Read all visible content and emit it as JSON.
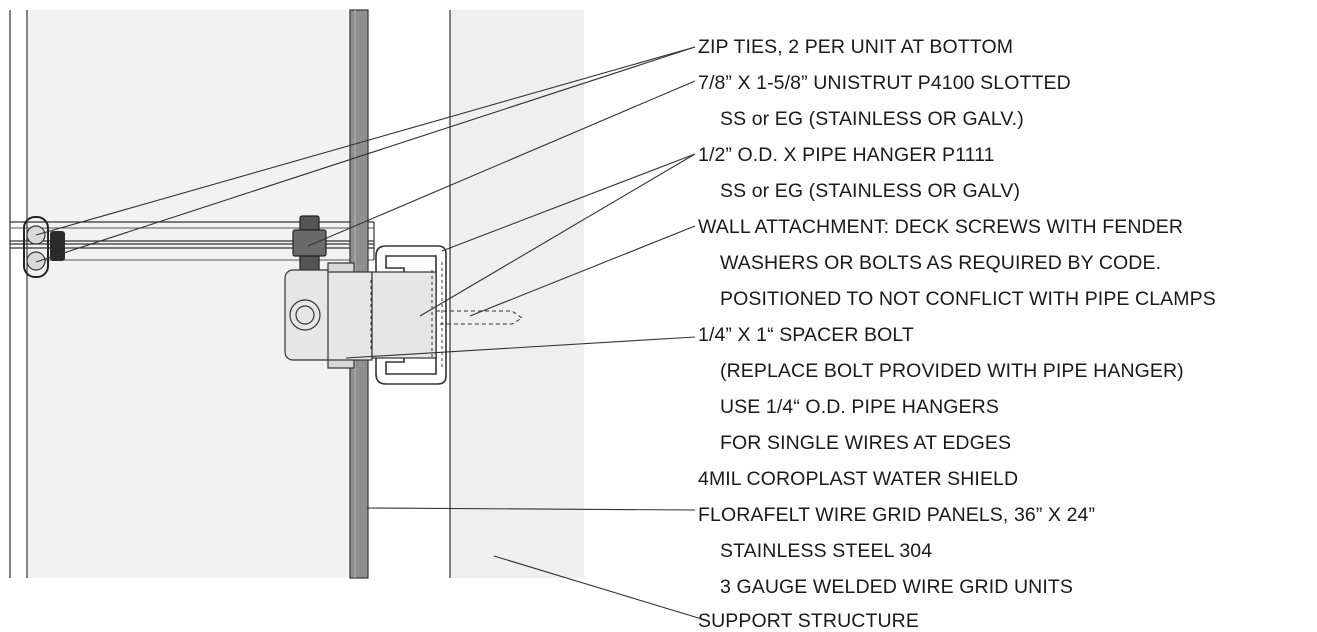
{
  "colors": {
    "line": "#333333",
    "panel": "#f1f1f1",
    "structure": "#efefef",
    "post": "#8f8f8f",
    "clamp": "#555555",
    "hanger": "#e6e6e6"
  },
  "labels": [
    {
      "text": "ZIP TIES, 2 PER UNIT AT BOTTOM",
      "indent": false
    },
    {
      "text": "7/8” X 1-5/8” UNISTRUT P4100 SLOTTED",
      "indent": false
    },
    {
      "text": "SS or EG (STAINLESS OR GALV.)",
      "indent": true
    },
    {
      "text": "1/2” O.D. X PIPE HANGER P1111",
      "indent": false
    },
    {
      "text": "SS or EG (STAINLESS OR GALV)",
      "indent": true
    },
    {
      "text": "WALL ATTACHMENT: DECK SCREWS WITH FENDER",
      "indent": false
    },
    {
      "text": "WASHERS OR BOLTS AS REQUIRED BY CODE.",
      "indent": true
    },
    {
      "text": "POSITIONED TO NOT CONFLICT WITH PIPE CLAMPS",
      "indent": true
    },
    {
      "text": "1/4” X 1“ SPACER BOLT",
      "indent": false
    },
    {
      "text": "(REPLACE BOLT PROVIDED WITH PIPE HANGER)",
      "indent": true
    },
    {
      "text": "USE 1/4“ O.D. PIPE HANGERS",
      "indent": true
    },
    {
      "text": "FOR SINGLE WIRES AT EDGES",
      "indent": true
    },
    {
      "text": "4MIL COROPLAST WATER SHIELD",
      "indent": false
    },
    {
      "text": "FLORAFELT WIRE GRID PANELS, 36” X 24”",
      "indent": false
    },
    {
      "text": "STAINLESS STEEL 304",
      "indent": true
    },
    {
      "text": "3 GAUGE WELDED WIRE GRID UNITS",
      "indent": true
    },
    {
      "text": "SUPPORT STRUCTURE",
      "indent": false
    }
  ]
}
